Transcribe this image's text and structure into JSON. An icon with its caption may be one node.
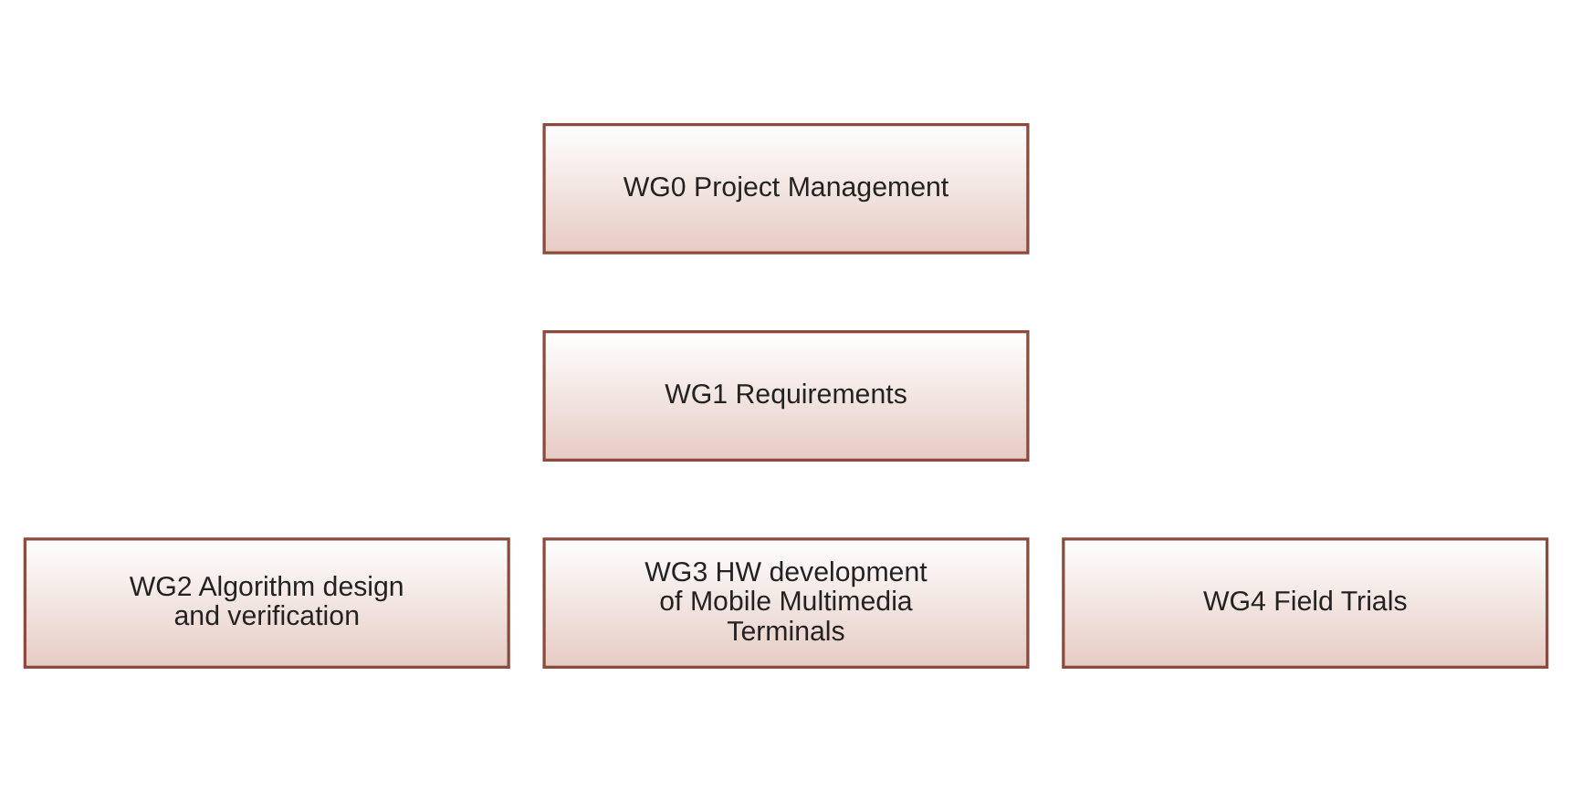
{
  "diagram": {
    "nodes": [
      {
        "text": [
          "WG0 Project Management"
        ]
      },
      {
        "text": [
          "WG1 Requirements"
        ]
      },
      {
        "text": [
          "WG2 Algorithm design and verification"
        ]
      },
      {
        "text": [
          "WG3 HW development of Mobile Multimedia Terminals"
        ]
      },
      {
        "text": [
          "WG4 Field Trials"
        ]
      }
    ]
  }
}
